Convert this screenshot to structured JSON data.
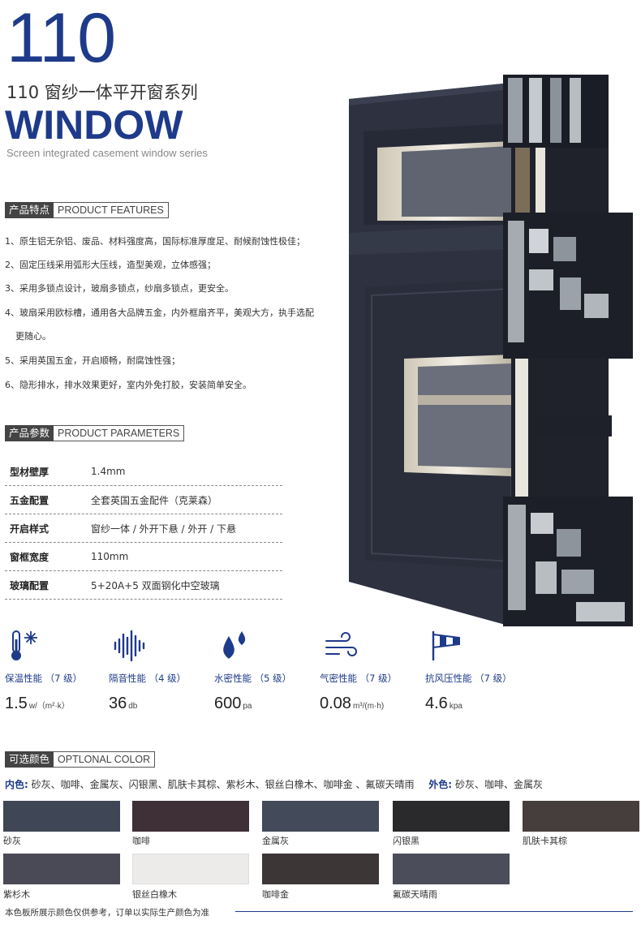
{
  "header": {
    "number": "110",
    "cn_title": "110 窗纱一体平开窗系列",
    "en_title": "WINDOW",
    "en_subtitle": "Screen integrated casement window series"
  },
  "features": {
    "cn": "产品特点",
    "en": "PRODUCT FEATURES",
    "items": [
      "1、原生铝无杂铝、废品、材料强度高，国际标准厚度足、耐候耐蚀性极佳；",
      "2、固定压线采用弧形大压线，造型美观，立体感强；",
      "3、采用多锁点设计，玻扇多锁点，纱扇多锁点，更安全。",
      "4、玻扇采用欧标槽，通用各大品牌五金，内外框扇齐平，美观大方，执手选配",
      "更随心。",
      "5、采用英国五金，开启顺畅，耐腐蚀性强；",
      "6、隐形排水，排水效果更好，室内外免打胶，安装简单安全。"
    ]
  },
  "parameters": {
    "cn": "产品参数",
    "en": "PRODUCT PARAMETERS",
    "rows": [
      {
        "k": "型材壁厚",
        "v": "1.4mm"
      },
      {
        "k": "五金配置",
        "v": "全套英国五金配件（克莱森）"
      },
      {
        "k": "开启样式",
        "v": "窗纱一体 / 外开下悬 / 外开 / 下悬"
      },
      {
        "k": "窗框宽度",
        "v": "110mm"
      },
      {
        "k": "玻璃配置",
        "v": "5+20A+5 双面钢化中空玻璃"
      }
    ]
  },
  "performance": [
    {
      "icon": "thermometer-snowflake-icon",
      "label": "保温性能 （7 级）",
      "value": "1.5",
      "unit": "w/（m²·k）"
    },
    {
      "icon": "sound-wave-icon",
      "label": "隔音性能 （4 级）",
      "value": "36",
      "unit": "db"
    },
    {
      "icon": "water-drops-icon",
      "label": "水密性能 （5 级）",
      "value": "600",
      "unit": "pa"
    },
    {
      "icon": "wind-icon",
      "label": "气密性能 （7 级）",
      "value": "0.08",
      "unit": "m³/(m·h)"
    },
    {
      "icon": "windsock-icon",
      "label": "抗风压性能 （7 级）",
      "value": "4.6",
      "unit": "kpa"
    }
  ],
  "colors": {
    "cn": "可选颜色",
    "en": "OPTLONAL COLOR",
    "inner_label": "内色:",
    "inner_list": "砂灰、咖啡、金属灰、闪银黑、肌肤卡其棕、紫杉木、银丝白橡木、咖啡金 、氟碳天晴雨",
    "outer_label": "外色:",
    "outer_list": "砂灰、咖啡、金属灰",
    "swatches": [
      {
        "name": "砂灰",
        "color": "#3f4756"
      },
      {
        "name": "咖啡",
        "color": "#3f2f36"
      },
      {
        "name": "金属灰",
        "color": "#434a59"
      },
      {
        "name": "闪银黑",
        "color": "#2a292b"
      },
      {
        "name": "肌肤卡其棕",
        "color": "#463d3d"
      },
      {
        "name": "紫杉木",
        "color": "#4a4a57"
      },
      {
        "name": "银丝白橡木",
        "color": "#ecebea"
      },
      {
        "name": "咖啡金",
        "color": "#3d3636"
      },
      {
        "name": "氟碳天晴雨",
        "color": "#4b4d5a"
      }
    ]
  },
  "footnote": "本色板所展示颜色仅供参考，订单以实际生产颜色为准"
}
